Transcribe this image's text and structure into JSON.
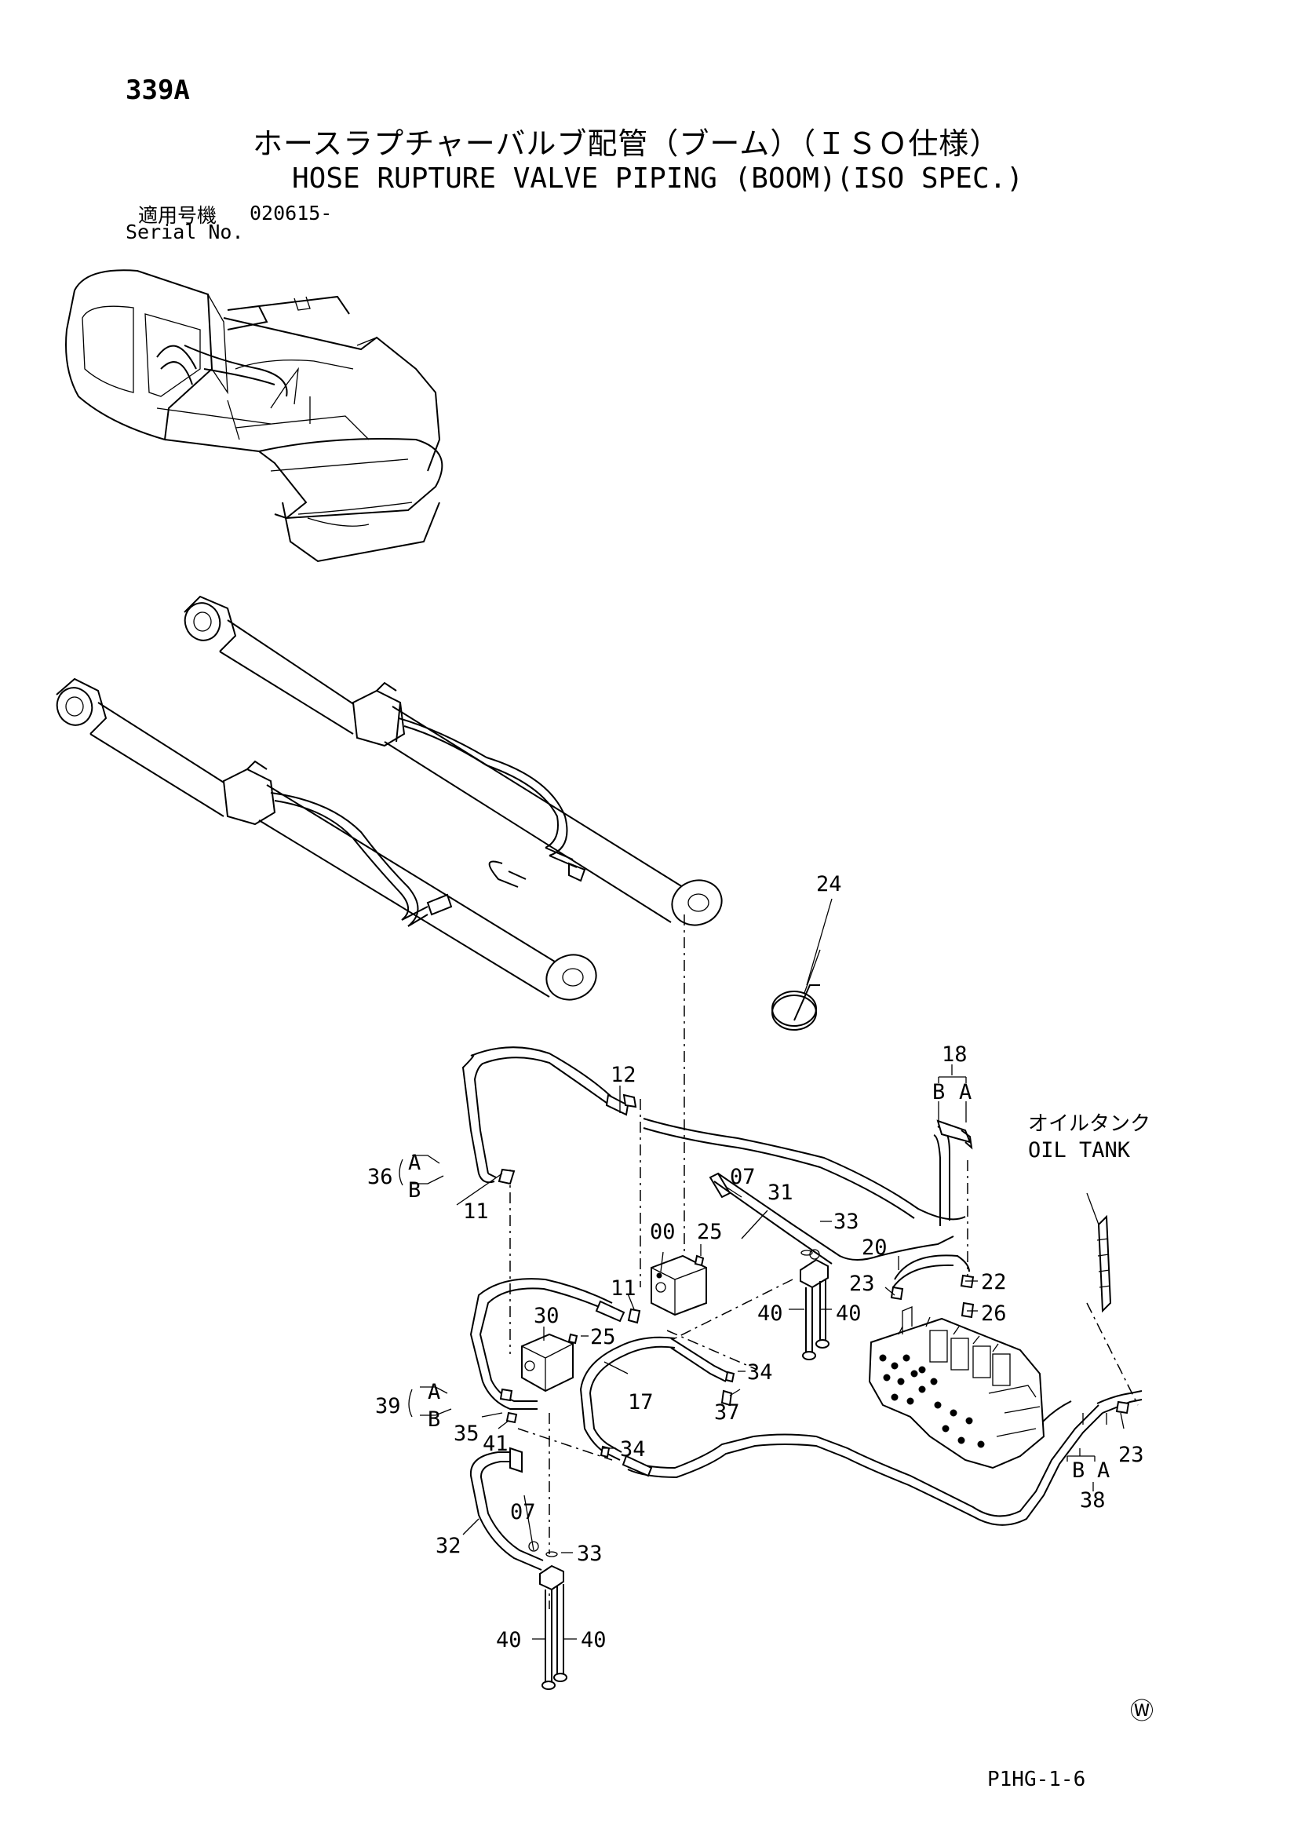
{
  "header": {
    "page_number": "339A",
    "title_jp": "ホースラプチャーバルブ配管（ブーム）（ＩＳＯ仕様）",
    "title_en": "HOSE RUPTURE VALVE PIPING (BOOM)(ISO SPEC.)",
    "serial_label_jp": "適用号機",
    "serial_value": "020615-",
    "serial_label_en": "Serial No."
  },
  "oil_tank_label": {
    "jp": "オイルタンク",
    "en": "OIL TANK"
  },
  "part_callouts": {
    "p24": "24",
    "p18": "18",
    "p12": "12",
    "p07a": "07",
    "p31": "31",
    "p36": "36",
    "p11a": "11",
    "p00": "00",
    "p25a": "25",
    "p33a": "33",
    "p20": "20",
    "p22": "22",
    "p23a": "23",
    "p26": "26",
    "p40a": "40",
    "p40b": "40",
    "p11b": "11",
    "p30": "30",
    "p25b": "25",
    "p34a": "34",
    "p17": "17",
    "p37": "37",
    "p39": "39",
    "p35": "35",
    "p41": "41",
    "p34b": "34",
    "p23b": "23",
    "p38": "38",
    "p07b": "07",
    "p32": "32",
    "p33b": "33",
    "p40c": "40",
    "p40d": "40"
  },
  "port_labels": {
    "a36": "A",
    "b36": "B",
    "a39": "A",
    "b39": "B",
    "b18": "B",
    "a18": "A",
    "b38": "B",
    "a38": "A"
  },
  "footer": {
    "watermark": "Ⓦ",
    "code": "P1HG-1-6"
  }
}
